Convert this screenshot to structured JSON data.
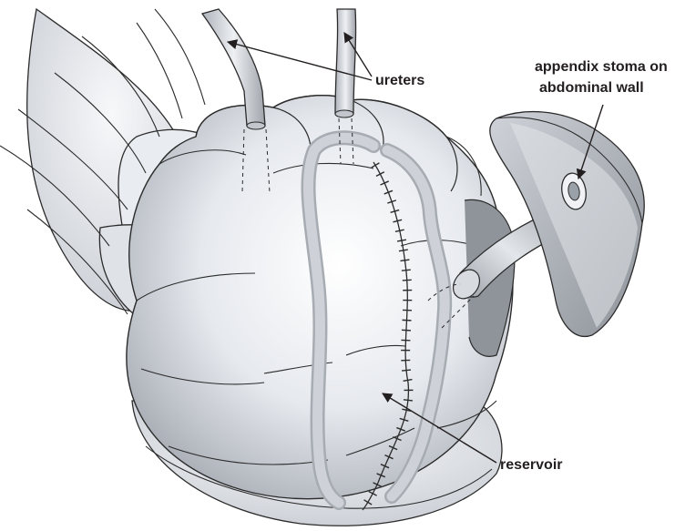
{
  "labels": {
    "ureters": "ureters",
    "stoma_line1": "appendix stoma on",
    "stoma_line2": "abdominal wall",
    "reservoir": "reservoir"
  },
  "colors": {
    "outline": "#2b2b2b",
    "organ_light": "#f4f6f9",
    "organ_mid": "#d9dde3",
    "organ_dark": "#9ea3aa",
    "band": "#c4c8ce",
    "text": "#231f20"
  }
}
